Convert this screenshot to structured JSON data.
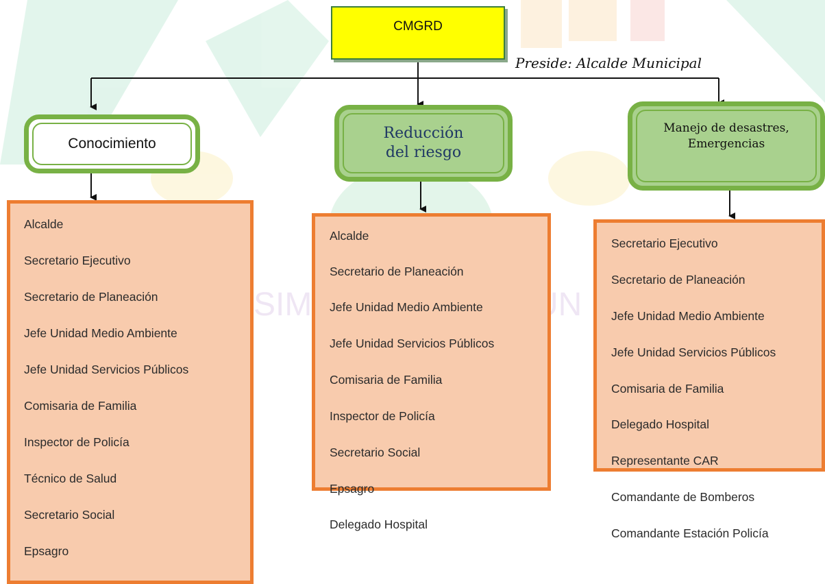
{
  "root": {
    "label": "CMGRD",
    "note": "Preside: Alcalde Municipal"
  },
  "colors": {
    "root_fill": "#ffff00",
    "category_border": "#78b145",
    "category_fill": "#a9d18e",
    "list_fill": "#f8cbad",
    "list_border": "#ed7d31"
  },
  "branches": [
    {
      "title": "Conocimiento",
      "members": [
        "Alcalde",
        "Secretario Ejecutivo",
        "Secretario de Planeación",
        "Jefe Unidad Medio Ambiente",
        "Jefe Unidad Servicios Públicos",
        "Comisaria de Familia",
        "Inspector de Policía",
        "Técnico de Salud",
        "Secretario Social",
        "Epsagro"
      ]
    },
    {
      "title_line1": "Reducción",
      "title_line2": "del riesgo",
      "members": [
        "Alcalde",
        "Secretario de Planeación",
        "Jefe Unidad Medio Ambiente",
        "Jefe Unidad Servicios Públicos",
        "Comisaria de Familia",
        "Inspector de Policía",
        "Secretario Social",
        "Epsagro",
        "Delegado Hospital"
      ]
    },
    {
      "title_line1": "Manejo de desastres,",
      "title_line2": "Emergencias",
      "members": [
        "Secretario Ejecutivo",
        "Secretario de Planeación",
        "Jefe Unidad Medio Ambiente",
        "Jefe Unidad Servicios Públicos",
        "Comisaria de Familia",
        "Delegado Hospital",
        "Representante CAR",
        "Comandante de Bomberos",
        "Comandante Estación Policía"
      ]
    }
  ]
}
